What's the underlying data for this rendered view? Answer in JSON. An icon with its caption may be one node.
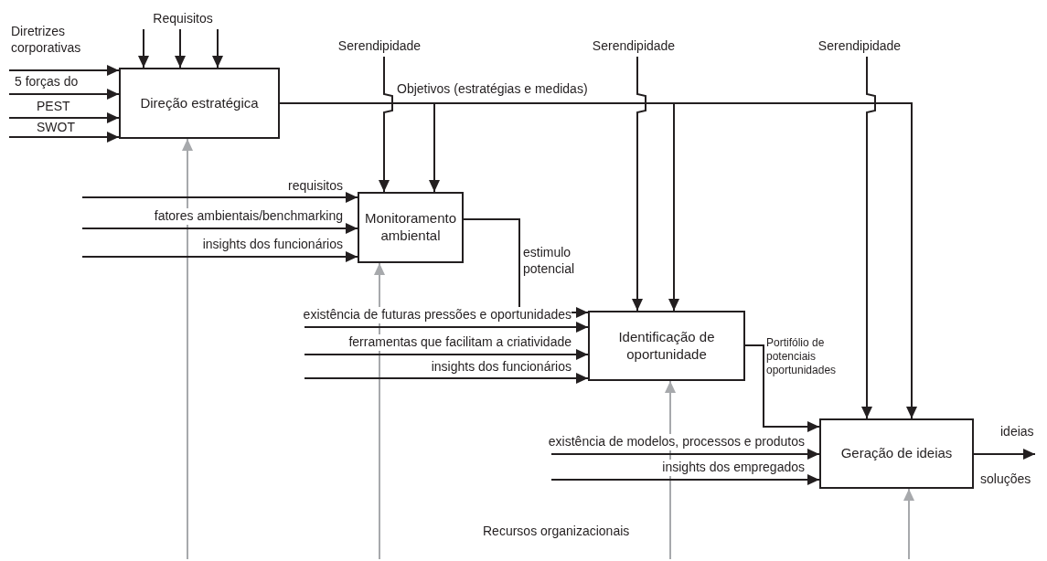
{
  "diagram": {
    "nodes": [
      {
        "text": [
          "Direção estratégica"
        ]
      },
      {
        "text": [
          "Monitoramento ambiental"
        ]
      },
      {
        "text": [
          "Identificação de oportunidade"
        ]
      },
      {
        "text": [
          "Geração de ideias"
        ],
        "beside": [
          "soluções"
        ]
      },
      {
        "text": [
          "Requisitos"
        ]
      },
      {
        "text": [
          "Serendipidade"
        ]
      },
      {
        "text": [
          "Serendipidade"
        ]
      },
      {
        "text": [
          "Serendipidade"
        ]
      }
    ],
    "edges": [
      {
        "from": 4,
        "to": 0,
        "arrow": "to"
      },
      {
        "from": 4,
        "to": 0,
        "arrow": "to"
      },
      {
        "from": 4,
        "to": 0,
        "arrow": "to"
      },
      {
        "from": null,
        "to": 0,
        "arrow": "to",
        "label": "Diretrizes corporativas"
      },
      {
        "from": null,
        "to": 0,
        "arrow": "to",
        "label": "5 forças do"
      },
      {
        "from": null,
        "to": 0,
        "arrow": "to",
        "label": "PEST"
      },
      {
        "from": null,
        "to": 0,
        "arrow": "to",
        "label": "SWOT"
      },
      {
        "from": null,
        "to": 0,
        "arrow": "to",
        "color": "#a7a9ac"
      },
      {
        "from": 0,
        "to": 1,
        "arrow": "to",
        "label": "Objetivos (estratégias e medidas)"
      },
      {
        "from": 0,
        "to": 2,
        "arrow": "to"
      },
      {
        "from": 0,
        "to": 3,
        "arrow": "to"
      },
      {
        "from": 5,
        "to": 1,
        "arrow": "to"
      },
      {
        "from": 6,
        "to": 2,
        "arrow": "to"
      },
      {
        "from": 7,
        "to": 3,
        "arrow": "to"
      },
      {
        "from": null,
        "to": 1,
        "arrow": "to",
        "label": "requisitos"
      },
      {
        "from": null,
        "to": 1,
        "arrow": "to",
        "label": "fatores ambientais/benchmarking"
      },
      {
        "from": null,
        "to": 1,
        "arrow": "to",
        "label": "insights dos funcionários"
      },
      {
        "from": null,
        "to": 1,
        "arrow": "to",
        "color": "#a7a9ac"
      },
      {
        "from": 1,
        "to": 2,
        "arrow": "to",
        "label": "estimulo potencial"
      },
      {
        "from": null,
        "to": 2,
        "arrow": "to",
        "label": "existência de futuras pressões e oportunidades"
      },
      {
        "from": null,
        "to": 2,
        "arrow": "to",
        "label": "ferramentas que facilitam a criatividade"
      },
      {
        "from": null,
        "to": 2,
        "arrow": "to",
        "label": "insights dos funcionários"
      },
      {
        "from": null,
        "to": 2,
        "arrow": "to",
        "color": "#a7a9ac"
      },
      {
        "from": 2,
        "to": 3,
        "arrow": "to",
        "label": "Portifólio de potenciais oportunidades"
      },
      {
        "from": null,
        "to": 3,
        "arrow": "to",
        "label": "existência de modelos, processos e produtos"
      },
      {
        "from": null,
        "to": 3,
        "arrow": "to",
        "label": "insights dos empregados"
      },
      {
        "from": null,
        "to": 3,
        "arrow": "to",
        "color": "#a7a9ac"
      },
      {
        "from": 3,
        "to": null,
        "arrow": "to",
        "label": "ideias"
      }
    ],
    "labels": [
      "Recursos organizacionais"
    ]
  }
}
